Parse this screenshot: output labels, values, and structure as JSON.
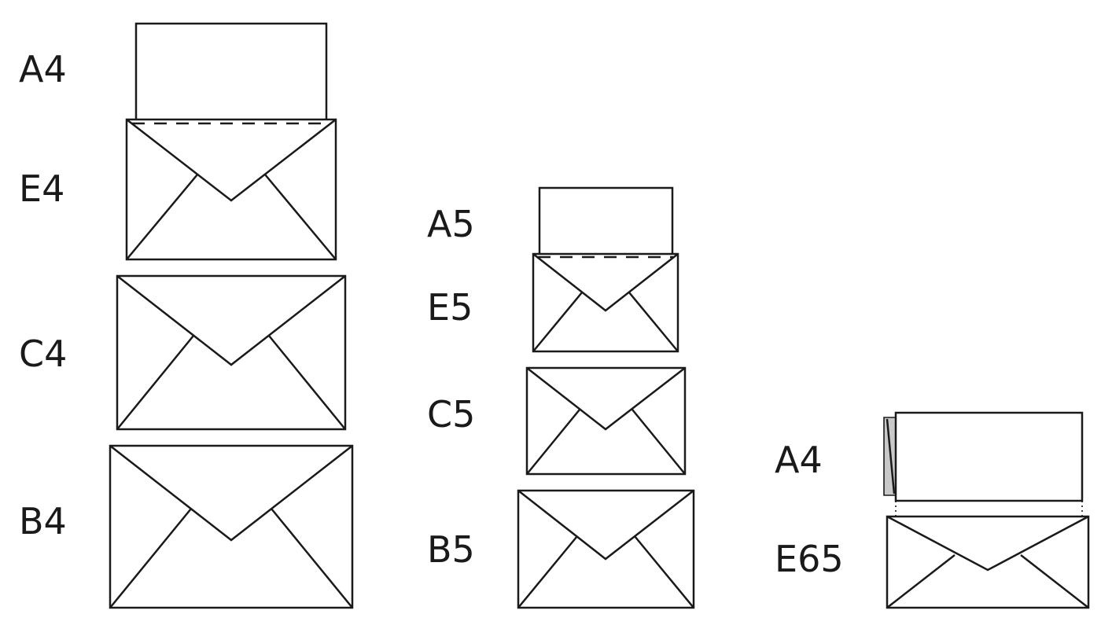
{
  "groups": [
    {
      "id": "group-4",
      "items": [
        {
          "label": "A4",
          "kind": "sheet"
        },
        {
          "label": "E4",
          "kind": "envelope-with-insert"
        },
        {
          "label": "C4",
          "kind": "envelope"
        },
        {
          "label": "B4",
          "kind": "envelope"
        }
      ]
    },
    {
      "id": "group-5",
      "items": [
        {
          "label": "A5",
          "kind": "sheet"
        },
        {
          "label": "E5",
          "kind": "envelope-with-insert"
        },
        {
          "label": "C5",
          "kind": "envelope"
        },
        {
          "label": "B5",
          "kind": "envelope"
        }
      ]
    },
    {
      "id": "group-65",
      "items": [
        {
          "label": "A4",
          "kind": "folded-sheet"
        },
        {
          "label": "E65",
          "kind": "envelope-with-insert"
        }
      ]
    }
  ],
  "colors": {
    "stroke": "#1a1a1a",
    "fold": "#c9c9c9",
    "background": "#ffffff"
  }
}
